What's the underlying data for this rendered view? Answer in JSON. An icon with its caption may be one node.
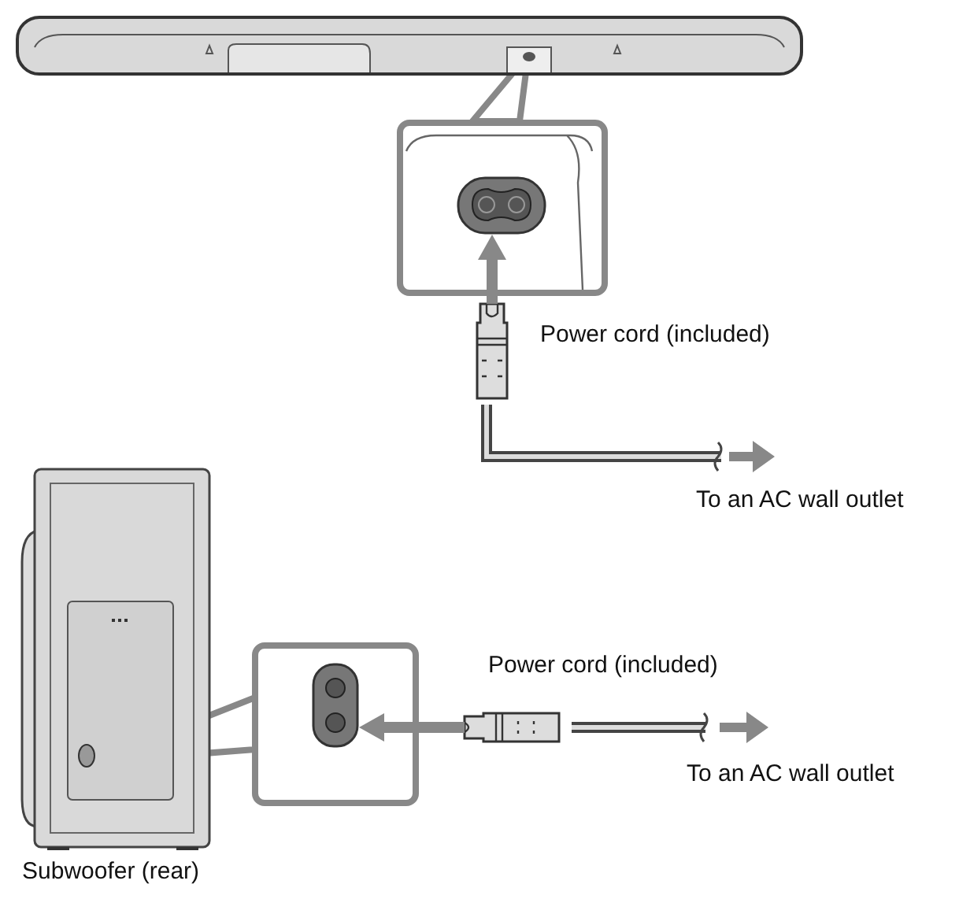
{
  "diagram": {
    "nodes": [
      {
        "text": [],
        "shape": "picture"
      },
      {
        "text": [],
        "shape": "picture"
      },
      {
        "text": [],
        "shape": "picture",
        "in": 1
      },
      {
        "text": [],
        "shape": "picture",
        "beside": [
          "Power cord (included)"
        ]
      },
      {
        "text": [],
        "shape": "picture",
        "beside": [
          "Subwoofer (rear)"
        ]
      },
      {
        "text": [],
        "shape": "picture"
      },
      {
        "text": [],
        "shape": "picture",
        "in": 5
      },
      {
        "text": [],
        "shape": "picture",
        "beside": [
          "Power cord (included)"
        ]
      }
    ],
    "edges": [
      {
        "from": 3,
        "to": 2,
        "arrow": "to"
      },
      {
        "from": 7,
        "to": 6,
        "arrow": "to"
      }
    ],
    "labels": [
      "To an AC wall outlet",
      "To an AC wall outlet"
    ]
  }
}
